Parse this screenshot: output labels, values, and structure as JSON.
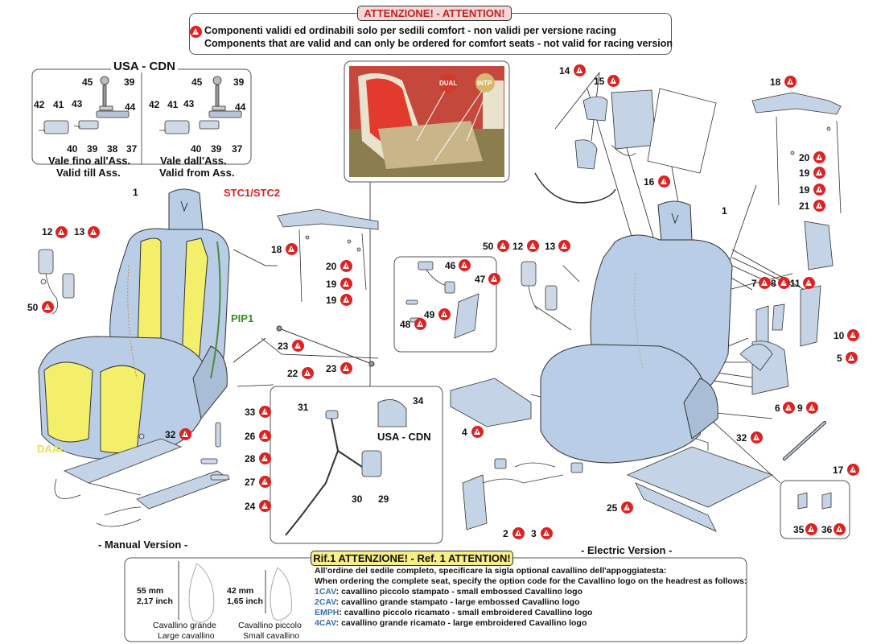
{
  "header": {
    "title": "ATTENZIONE! - ATTENTION!",
    "line_it": "Componenti validi ed ordinabili solo per sedili comfort - non validi per versione racing",
    "line_en": "Components that are valid and can only be ordered for comfort seats - not valid for racing version"
  },
  "usa": {
    "title": "USA - CDN",
    "left_caption_1": "Vale fino all'Ass.",
    "left_caption_2": "Valid till Ass.",
    "right_caption_1": "Vale dall'Ass.",
    "right_caption_2": "Valid from Ass."
  },
  "seat_labels": {
    "stc": "STC1/STC2",
    "pip": "PIP1",
    "daal": "DAAL",
    "dual": "DUAL",
    "intp": "INTP"
  },
  "belt_box": {
    "usa_cdn": "USA - CDN"
  },
  "versions": {
    "manual": "- Manual Version -",
    "electric": "- Electric Version -"
  },
  "note": {
    "title": "Rif.1 ATTENZIONE! - Ref. 1 ATTENTION!",
    "intro_it": "All'ordine del sedile completo, specificare la sigla optional cavallino dell'appoggiatesta:",
    "intro_en": "When ordering the complete seat, specify the option code for the Cavallino logo on the headrest as follows:",
    "items": [
      {
        "code": "1CAV",
        "text": ": cavallino piccolo stampato - small embossed Cavallino logo"
      },
      {
        "code": "2CAV",
        "text": ": cavallino grande stampato - large embossed Cavallino logo"
      },
      {
        "code": "EMPH",
        "text": ": cavallino piccolo ricamato - small embroidered Cavallino logo"
      },
      {
        "code": "4CAV",
        "text": ": cavallino grande ricamato - large embroidered Cavallino logo"
      }
    ],
    "large_mm": "55 mm",
    "large_inch": "2,17 inch",
    "large_cap_it": "Cavallino grande",
    "large_cap_en": "Large cavallino",
    "small_mm": "42 mm",
    "small_inch": "1,65 inch",
    "small_cap_it": "Cavallino piccolo",
    "small_cap_en": "Small cavallino"
  },
  "callouts": {
    "c1a": "1",
    "c1b": "1",
    "c2": "2",
    "c3": "3",
    "c4": "4",
    "c5": "5",
    "c6": "6",
    "c7": "7",
    "c8": "8",
    "c9": "9",
    "c10": "10",
    "c11": "11",
    "c12a": "12",
    "c12b": "12",
    "c13a": "13",
    "c13b": "13",
    "c14": "14",
    "c15": "15",
    "c16": "16",
    "c17": "17",
    "c18a": "18",
    "c18b": "18",
    "c19a": "19",
    "c19b": "19",
    "c19c": "19",
    "c19d": "19",
    "c20a": "20",
    "c20b": "20",
    "c21": "21",
    "c22": "22",
    "c23a": "23",
    "c23b": "23",
    "c24": "24",
    "c25": "25",
    "c26": "26",
    "c27": "27",
    "c28": "28",
    "c29": "29",
    "c30": "30",
    "c31": "31",
    "c32a": "32",
    "c32b": "32",
    "c33": "33",
    "c34": "34",
    "c35": "35",
    "c36": "36",
    "c37a": "37",
    "c37b": "37",
    "c38": "38",
    "c39a": "39",
    "c39b": "39",
    "c39c": "39",
    "c39d": "39",
    "c40a": "40",
    "c40b": "40",
    "c41a": "41",
    "c41b": "41",
    "c42a": "42",
    "c42b": "42",
    "c43a": "43",
    "c43b": "43",
    "c44a": "44",
    "c44b": "44",
    "c45a": "45",
    "c45b": "45",
    "c46": "46",
    "c47": "47",
    "c48": "48",
    "c49": "49",
    "c50a": "50",
    "c50b": "50"
  },
  "colors": {
    "warning": "#dd2222",
    "seat": "#b9cde6",
    "yellow": "#f3ef6a",
    "red_seat": "#e23a2c",
    "code_blue": "#3a6fb5"
  }
}
